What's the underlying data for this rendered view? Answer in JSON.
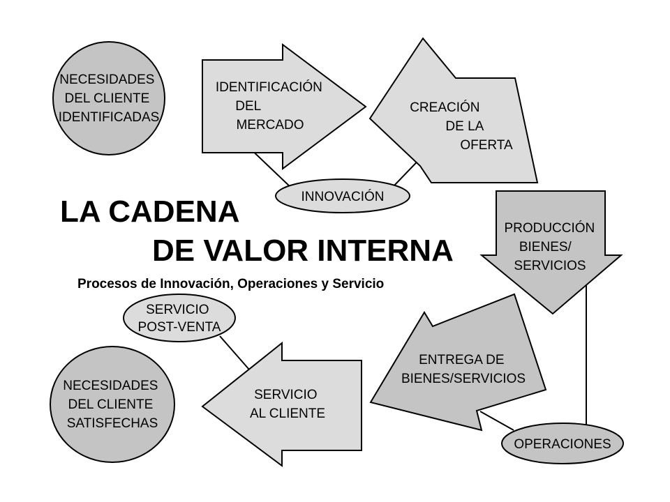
{
  "colors": {
    "light_fill": "#dcdcdc",
    "dark_fill": "#c4c4c4",
    "stroke": "#000000"
  },
  "title": {
    "line1": "LA CADENA",
    "line2": "DE VALOR INTERNA"
  },
  "subtitle": "Procesos de Innovación, Operaciones y Servicio",
  "circles": {
    "needs_identified": [
      "NECESIDADES",
      "DEL CLIENTE",
      "IDENTIFICADAS"
    ],
    "needs_satisfied": [
      "NECESIDADES",
      "DEL CLIENTE",
      "SATISFECHAS"
    ]
  },
  "arrows": {
    "market_identification": [
      "IDENTIFICACIÓN",
      "DEL",
      "MERCADO"
    ],
    "offer_creation": [
      "CREACIÓN",
      "DE  LA",
      "OFERTA"
    ],
    "production": [
      "PRODUCCIÓN",
      "BIENES/",
      "SERVICIOS"
    ],
    "delivery": [
      "ENTREGA DE",
      "BIENES/SERVICIOS"
    ],
    "customer_service": [
      "SERVICIO",
      "AL CLIENTE"
    ]
  },
  "ovals": {
    "innovation": "INNOVACIÓN",
    "operations": "OPERACIONES",
    "post_sale": [
      "SERVICIO",
      "POST-VENTA"
    ]
  }
}
